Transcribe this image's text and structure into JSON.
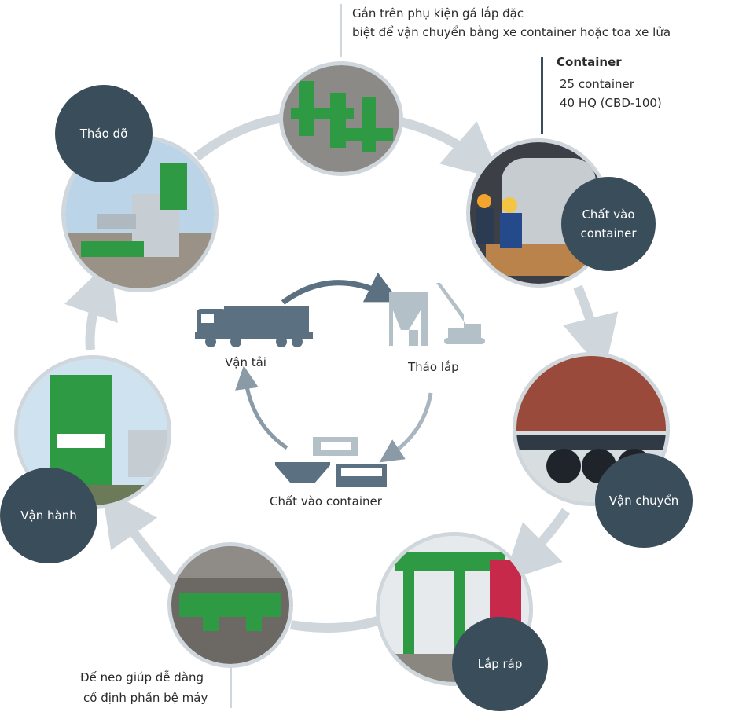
{
  "colors": {
    "ring": "#cfd6dc",
    "badge": "#3a4d5a",
    "icon_dark": "#5b7080",
    "icon_light": "#b3c0c8",
    "plant_green": "#2e9a44"
  },
  "steps": [
    {
      "label": "Tháo dỡ",
      "icon": "asphalt-plant-photo"
    },
    {
      "label": "Chất vào container",
      "icon": "drum-loading-photo"
    },
    {
      "label": "Vận chuyển",
      "icon": "truck-container-photo"
    },
    {
      "label": "Lắp ráp",
      "icon": "assembly-photo"
    },
    {
      "label": "Vận hành",
      "icon": "operating-plant-photo"
    }
  ],
  "notes": {
    "top_line1": "Gắn trên phụ kiện gá lắp đặc",
    "top_line2": "biệt để vận chuyển bằng xe container hoặc toa xe lửa",
    "container_title": "Container",
    "container_line1": "25 container",
    "container_line2": "40 HQ (CBD-100)",
    "bottom_line1": "Đế neo giúp dễ dàng",
    "bottom_line2": "cố định phần bệ máy"
  },
  "center": {
    "transport": "Vận tải",
    "dismantle": "Tháo lắp",
    "loading": "Chất vào container"
  }
}
